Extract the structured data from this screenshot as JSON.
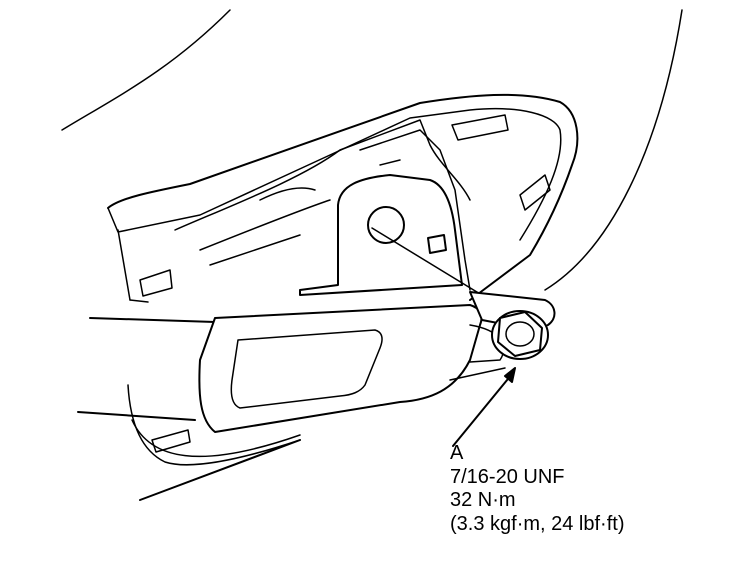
{
  "callout": {
    "label": "A",
    "thread": "7/16-20 UNF",
    "torque_nm": "32 N·m",
    "torque_alt": "(3.3 kgf·m, 24 lbf·ft)"
  },
  "colors": {
    "ink": "#000000",
    "paper": "#ffffff"
  }
}
